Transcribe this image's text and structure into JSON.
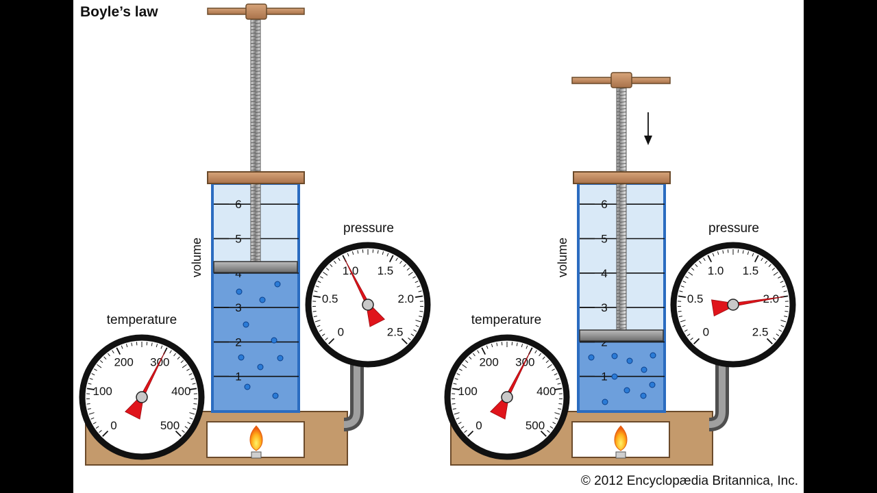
{
  "title": "Boyle’s law",
  "credit": "© 2012 Encyclopædia Britannica, Inc.",
  "labels": {
    "volume": "volume",
    "pressure": "pressure",
    "temperature": "temperature"
  },
  "volume_ticks": [
    "1",
    "2",
    "3",
    "4",
    "5",
    "6"
  ],
  "pressure_ticks": [
    "0",
    "0.5",
    "1.0",
    "1.5",
    "2.0",
    "2.5"
  ],
  "temperature_ticks": [
    "0",
    "100",
    "200",
    "300",
    "400",
    "500"
  ],
  "apparatus": [
    {
      "piston_volume": 4,
      "pressure_reading": 1.0,
      "temperature_reading": 300
    },
    {
      "piston_volume": 2,
      "pressure_reading": 2.0,
      "temperature_reading": 300
    }
  ],
  "colors": {
    "gas": "#6d9fdc",
    "cylinder_empty": "#d9e9f7",
    "cylinder_edge": "#2b6cc0",
    "wood": "#c49a6c",
    "needle": "#e0141b"
  }
}
